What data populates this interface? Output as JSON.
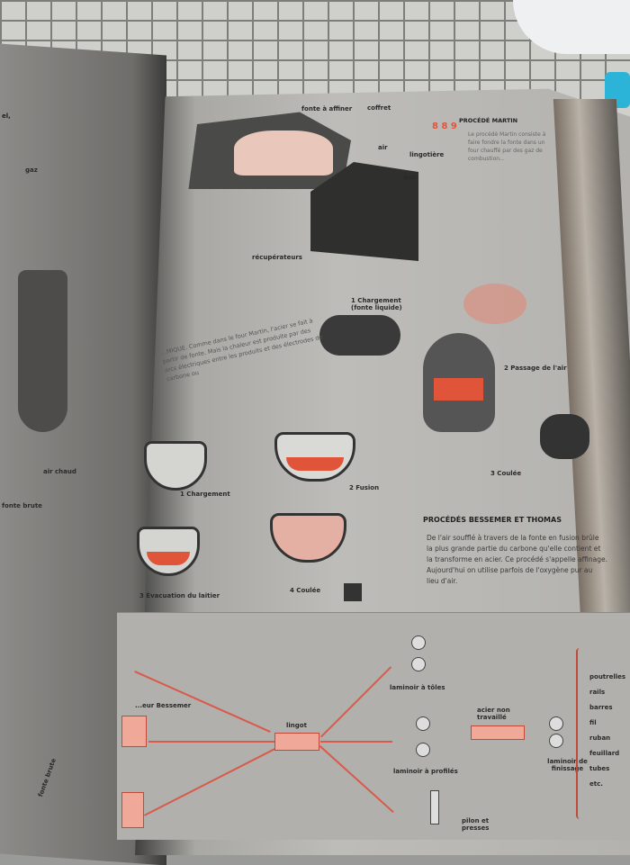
{
  "top_section": {
    "labels": {
      "fonte": "fonte à affiner",
      "coffret": "coffret",
      "lingotiere": "lingotière",
      "air": "air",
      "gaz": "gaz",
      "recuperateurs": "récupérateurs"
    },
    "figure_number": "8 8 9",
    "heading": "PROCÉDÉ MARTIN",
    "blurred_text": "Le procédé Martin consiste à faire fondre la fonte dans un four chauffé par des gaz de combustion..."
  },
  "converter_steps": {
    "step1": "1 Chargement (fonte liquide)",
    "step2": "2 Passage de l'air",
    "step3": "3 Coulée"
  },
  "electric_steps": {
    "step1": "1 Chargement",
    "step2": "2 Fusion",
    "step3": "3 Évacuation du laitier",
    "step4": "4 Coulée"
  },
  "electric_text": "...MIQUE. Comme dans le four Martin, l'acier se fait à partir de fonte. Mais la chaleur est produite par des arcs électriques entre les produits et des électrodes de carbone ou",
  "bessemer": {
    "heading": "PROCÉDÉS BESSEMER ET THOMAS",
    "lines": [
      "De l'air soufflé à travers de la fonte en fusion brûle",
      "la plus grande partie du carbone qu'elle contient et",
      "la transforme en acier. Ce procédé s'appelle affinage.",
      "Aujourd'hui on utilise parfois de l'oxygène pur au",
      "lieu d'air."
    ]
  },
  "left_page": {
    "label_gaz": "gaz",
    "label_air": "air chaud",
    "label_fonte": "fonte brute",
    "label_snippet": "el,",
    "label_bessemer": "...eur Bessemer",
    "label_fonte_brute": "fonte brute"
  },
  "flowchart": {
    "lingot": "lingot",
    "laminoir_toles": "laminoir à tôles",
    "laminoir_profiles": "laminoir à profilés",
    "acier": "acier non travaillé",
    "laminoir_finissage": "laminoir de finissage",
    "pilon": "pilon et presses",
    "products": [
      "poutrelles",
      "rails",
      "barres",
      "fil",
      "ruban",
      "feuillard",
      "tubes",
      "etc."
    ]
  }
}
